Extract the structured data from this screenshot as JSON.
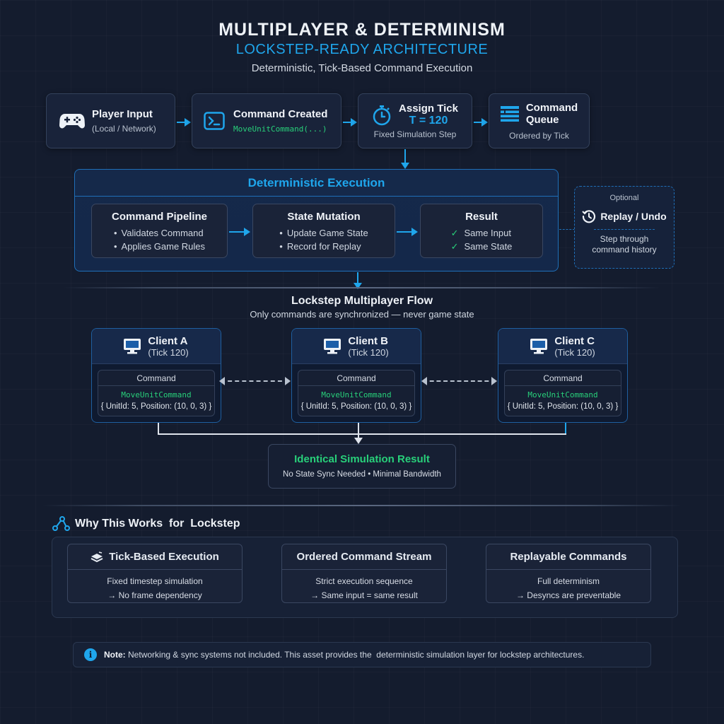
{
  "header": {
    "title": "MULTIPLAYER & DETERMINISM",
    "subtitle": "LOCKSTEP-READY ARCHITECTURE",
    "tagline": "Deterministic, Tick-Based Command Execution"
  },
  "pipeline": [
    {
      "icon": "gamepad-icon",
      "title": "Player Input",
      "sub": "(Local / Network)"
    },
    {
      "icon": "terminal-icon",
      "title": "Command Created",
      "code": "MoveUnitCommand(...)"
    },
    {
      "icon": "stopwatch-icon",
      "title": "Assign Tick",
      "accent": "T = 120",
      "sub": "Fixed Simulation Step"
    },
    {
      "icon": "queue-list-icon",
      "title": "Command Queue",
      "title_line1": "Command",
      "title_line2": "Queue",
      "sub": "Ordered by Tick"
    }
  ],
  "execution": {
    "title": "Deterministic Execution",
    "stages": [
      {
        "title": "Command Pipeline",
        "items": [
          "Validates Command",
          "Applies Game Rules"
        ]
      },
      {
        "title": "State Mutation",
        "items": [
          "Update Game State",
          "Record for Replay"
        ]
      },
      {
        "title": "Result",
        "items": [
          "Same Input",
          "Same State"
        ]
      }
    ]
  },
  "optional": {
    "label": "Optional",
    "title": "Replay / Undo",
    "desc_line1": "Step through",
    "desc_line2": "command history"
  },
  "flow": {
    "title": "Lockstep Multiplayer Flow",
    "subtitle": "Only commands are synchronized — never game state",
    "clients": [
      {
        "name": "Client A",
        "tick": "(Tick 120)",
        "cmd_label": "Command",
        "cmd_code": "MoveUnitCommand",
        "cmd_args": "{ UnitId: 5, Position: (10, 0, 3) }"
      },
      {
        "name": "Client B",
        "tick": "(Tick 120)",
        "cmd_label": "Command",
        "cmd_code": "MoveUnitCommand",
        "cmd_args": "{ UnitId: 5, Position: (10, 0, 3) }"
      },
      {
        "name": "Client C",
        "tick": "(Tick 120)",
        "cmd_label": "Command",
        "cmd_code": "MoveUnitCommand",
        "cmd_args": "{ UnitId: 5, Position: (10, 0, 3) }"
      }
    ],
    "result": {
      "title": "Identical Simulation Result",
      "sub": "No State Sync Needed • Minimal Bandwidth"
    }
  },
  "why": {
    "title": "Why This Works  for  Lockstep",
    "cards": [
      {
        "title": "Tick-Based Execution",
        "line1": "Fixed timestep simulation",
        "line2": "→ No frame dependency"
      },
      {
        "title": "Ordered Command Stream",
        "line1": "Strict execution sequence",
        "line2": "→ Same input = same result"
      },
      {
        "title": "Replayable Commands",
        "line1": "Full determinism",
        "line2": "→ Desyncs are preventable"
      }
    ]
  },
  "note": {
    "label": "Note:",
    "text": "Networking & sync systems not included. This asset provides the  deterministic simulation layer for lockstep architectures."
  },
  "colors": {
    "background": "#141c2e",
    "accent_blue": "#1fa6ec",
    "code_green": "#28d07a",
    "panel_border": "#1f6fb8"
  }
}
